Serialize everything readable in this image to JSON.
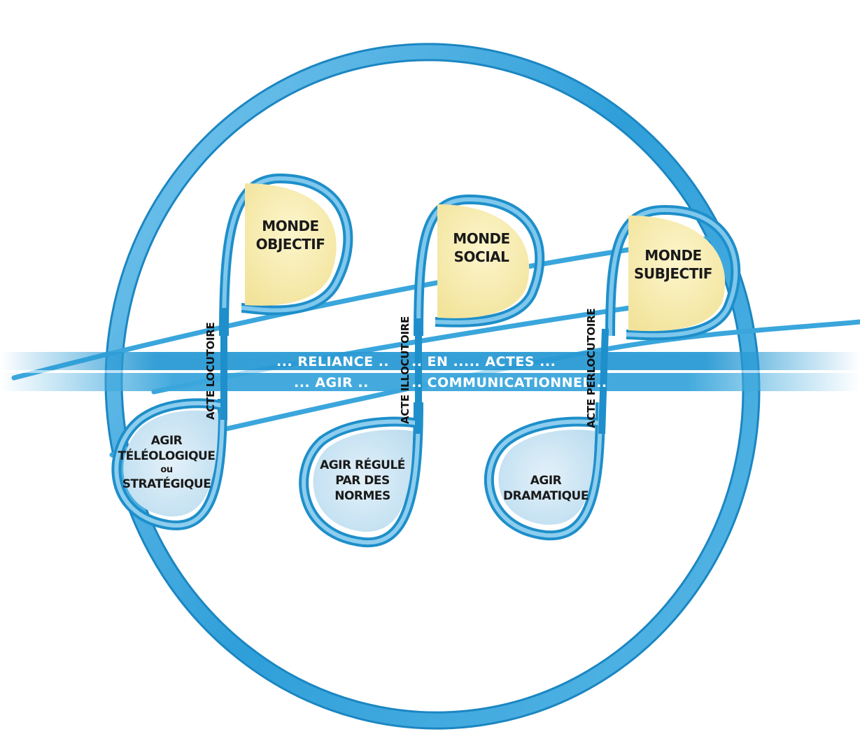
{
  "worlds": [
    {
      "line1": "MONDE",
      "line2": "OBJECTIF"
    },
    {
      "line1": "MONDE",
      "line2": "SOCIAL"
    },
    {
      "line1": "MONDE",
      "line2": "SUBJECTIF"
    }
  ],
  "actions": [
    {
      "line1": "AGIR",
      "line2": "TÉLÉOLOGIQUE",
      "line3": "ou",
      "line4": "STRATÉGIQUE"
    },
    {
      "line1": "AGIR RÉGULÉ",
      "line2": "PAR DES",
      "line3": "NORMES"
    },
    {
      "line1": "AGIR",
      "line2": "DRAMATIQUE"
    }
  ],
  "acts": [
    "ACTE LOCUTOIRE",
    "ACTE ILLOCUTOIRE",
    "ACTE PERLOCUTOIRE"
  ],
  "band": {
    "top": [
      "... RELIANCE ..",
      ".. EN ..... ACTES ..."
    ],
    "bottom": [
      "... AGIR ..",
      ".. COMMUNICATIONNEL .."
    ]
  },
  "colors": {
    "ring": "#3aa7de",
    "band": "#1f97d2",
    "world_fill": "#f8eeb0",
    "action_fill": "#cfe6f3"
  }
}
